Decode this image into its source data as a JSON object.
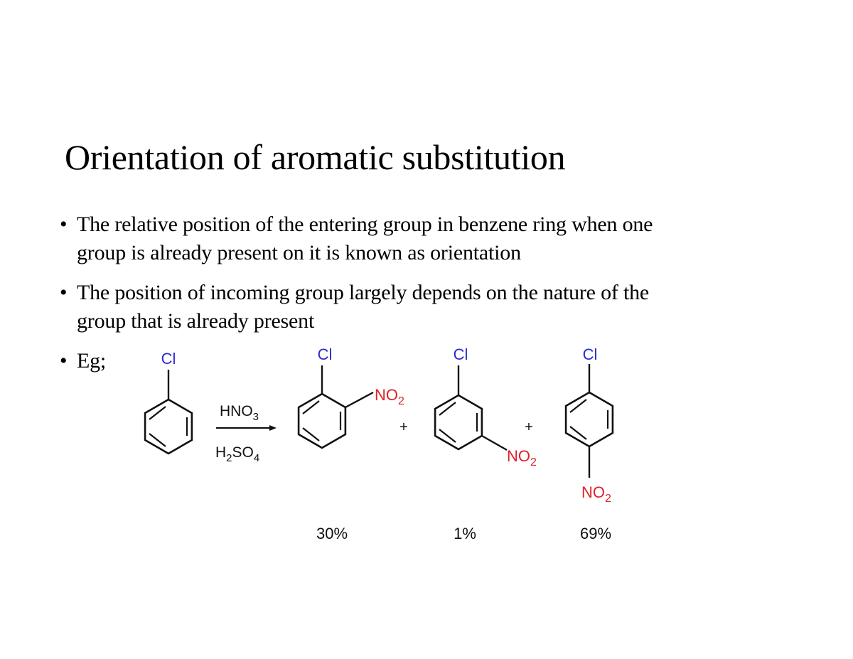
{
  "slide": {
    "title": "Orientation of aromatic substitution",
    "bullets": [
      {
        "marker": "•",
        "lines": [
          "The relative position of the entering group in benzene ring when one",
          "group is already present on it is known as orientation"
        ]
      },
      {
        "marker": "•",
        "lines": [
          "The position of incoming group largely depends on the nature of the",
          "group that is already present"
        ]
      },
      {
        "marker": "•",
        "lines": [
          "Eg;"
        ]
      }
    ]
  },
  "reaction": {
    "reactant": {
      "name": "chlorobenzene",
      "substituent": "Cl"
    },
    "reagents": {
      "above_arrow": "HNO3",
      "below_arrow": "H2SO4"
    },
    "products": [
      {
        "name": "ortho-chloronitrobenzene",
        "substituents": [
          "Cl",
          "NO2"
        ],
        "position": "ortho",
        "yield": "30%"
      },
      {
        "name": "meta-chloronitrobenzene",
        "substituents": [
          "Cl",
          "NO2"
        ],
        "position": "meta",
        "yield": "1%"
      },
      {
        "name": "para-chloronitrobenzene",
        "substituents": [
          "Cl",
          "NO2"
        ],
        "position": "para",
        "yield": "69%"
      }
    ],
    "plus_sign": "+",
    "labels": {
      "cl": "Cl",
      "no2_main": "NO",
      "no2_sub": "2",
      "hno3_main": "HNO",
      "hno3_sub": "3",
      "h2so4_h": "H",
      "h2so4_sub1": "2",
      "h2so4_so": "SO",
      "h2so4_sub2": "4"
    },
    "colors": {
      "chlorine": "#2b2bd0",
      "nitro": "#e0202a",
      "bond": "#111111"
    }
  }
}
